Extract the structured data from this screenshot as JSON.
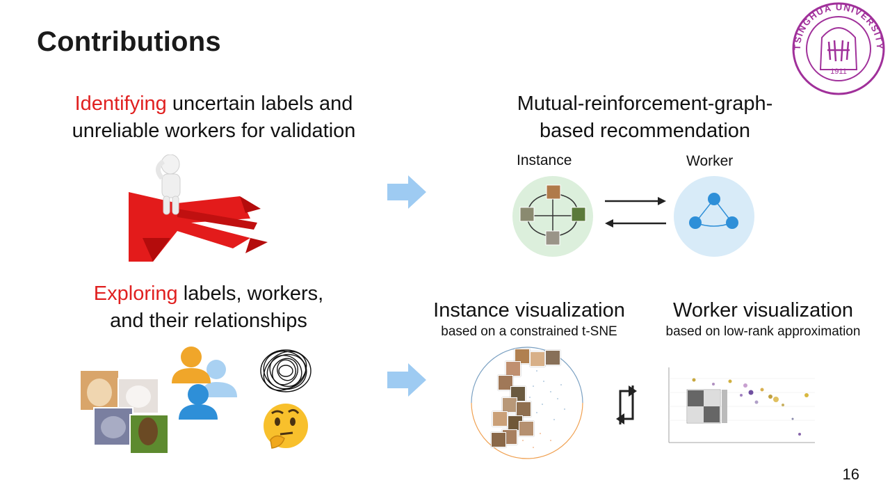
{
  "slide": {
    "title": "Contributions",
    "page_number": "16"
  },
  "logo": {
    "ring_text": "TSINGHUA UNIVERSITY",
    "year": "1911",
    "color": "#a0309a"
  },
  "top_left": {
    "highlight": "Identifying",
    "rest_line1": " uncertain labels and",
    "line2": "unreliable workers for validation"
  },
  "top_right": {
    "line1": "Mutual-reinforcement-graph-",
    "line2": "based recommendation",
    "instance_label": "Instance",
    "worker_label": "Worker"
  },
  "bottom_left": {
    "highlight": "Exploring",
    "rest_line1": " labels, workers,",
    "line2": "and their relationships"
  },
  "instance_vis": {
    "title": "Instance visualization",
    "subtitle": "based on a constrained t-SNE"
  },
  "worker_vis": {
    "title": "Worker visualization",
    "subtitle": "based on low-rank approximation"
  },
  "colors": {
    "highlight_red": "#e02020",
    "arrow_blue": "#9ecbf2",
    "worker_node_blue": "#2e8fd8",
    "graph_green": "#dcefdc",
    "graph_blue": "#d8ebf8"
  },
  "icons": [
    "arrow-right-icon",
    "thinking-face-icon",
    "user-group-icon",
    "scribble-icon",
    "refresh-cycle-icon"
  ]
}
